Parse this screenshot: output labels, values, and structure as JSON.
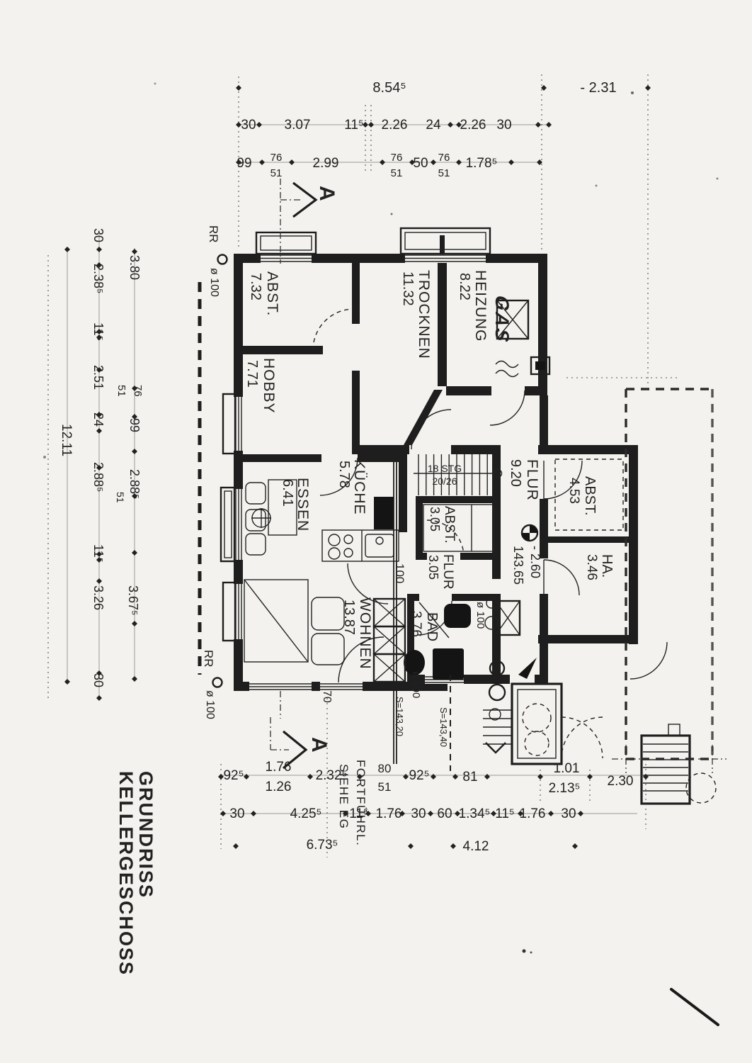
{
  "title": {
    "line1": "GRUNDRISS",
    "line2": "KELLERGESCHOSS"
  },
  "section_mark": "A",
  "rooms": {
    "abst1": {
      "name": "ABST.",
      "area": "7.32"
    },
    "hobby": {
      "name": "HOBBY",
      "area": "7.71"
    },
    "trocknen": {
      "name": "TROCKNEN",
      "area": "11.32"
    },
    "heizung": {
      "name": "HEIZUNG",
      "area": "8.22"
    },
    "essen": {
      "name": "ESSEN",
      "area": "6.41"
    },
    "kueche": {
      "name": "KÜCHE",
      "area": "5.78"
    },
    "flur_main": {
      "name": "FLUR",
      "area": "9.20"
    },
    "abst2": {
      "name": "ABST.",
      "area": "4.53"
    },
    "ha": {
      "name": "HA.",
      "area": "3.46"
    },
    "abst3": {
      "name": "ABST.",
      "area": "3.05"
    },
    "flur2": {
      "name": "FLUR",
      "area": "3.05"
    },
    "wohnen": {
      "name": "WOHNEN",
      "area": "13.87"
    },
    "bad": {
      "name": "BAD",
      "area": "3.76"
    }
  },
  "annotations": {
    "gas": "GAS",
    "stairs_line1": "18 STG",
    "stairs_line2": "20/26",
    "level_value": "- 2.60",
    "level_elevation": "143.65",
    "door_width": "100",
    "dia100": "ø 100",
    "win70": "70",
    "s_level_1": "S=143,20",
    "s_level_2": "S=143,40",
    "rr": "RR",
    "continuation_line1": "FORTFÜHRL.",
    "continuation_line2": "SIEHE EG"
  },
  "dims": {
    "top0": [
      "8.54⁵",
      "- 2.31"
    ],
    "top1": [
      "30",
      "3.07",
      "11⁵",
      "2.26",
      "24",
      "2.26",
      "30"
    ],
    "top2": [
      "99",
      "76",
      "51",
      "2.99",
      "76",
      "51",
      "50",
      "76",
      "51",
      "1.78⁵"
    ],
    "left_a": [
      "30",
      "2.38⁵",
      "11⁵",
      "2.51",
      "24",
      "2.88⁵",
      "11⁵",
      "3.26",
      "30"
    ],
    "left_b": [
      "3.80",
      "76",
      "51",
      "99",
      "2.88⁵",
      "51",
      "3.67⁵"
    ],
    "left_total": "12.11",
    "bottom_a": [
      "92⁵",
      "1.76",
      "1.26",
      "2.32⁵",
      "80",
      "51",
      "92⁵",
      "81",
      "1.01",
      "2.13⁵",
      "2.30"
    ],
    "bottom_b": [
      "30",
      "4.25⁵",
      "11⁵",
      "1.76",
      "30",
      "60",
      "1.34⁵",
      "11⁵",
      "1.76",
      "30"
    ],
    "bottom_c": [
      "6.73⁵",
      "4.12"
    ]
  }
}
